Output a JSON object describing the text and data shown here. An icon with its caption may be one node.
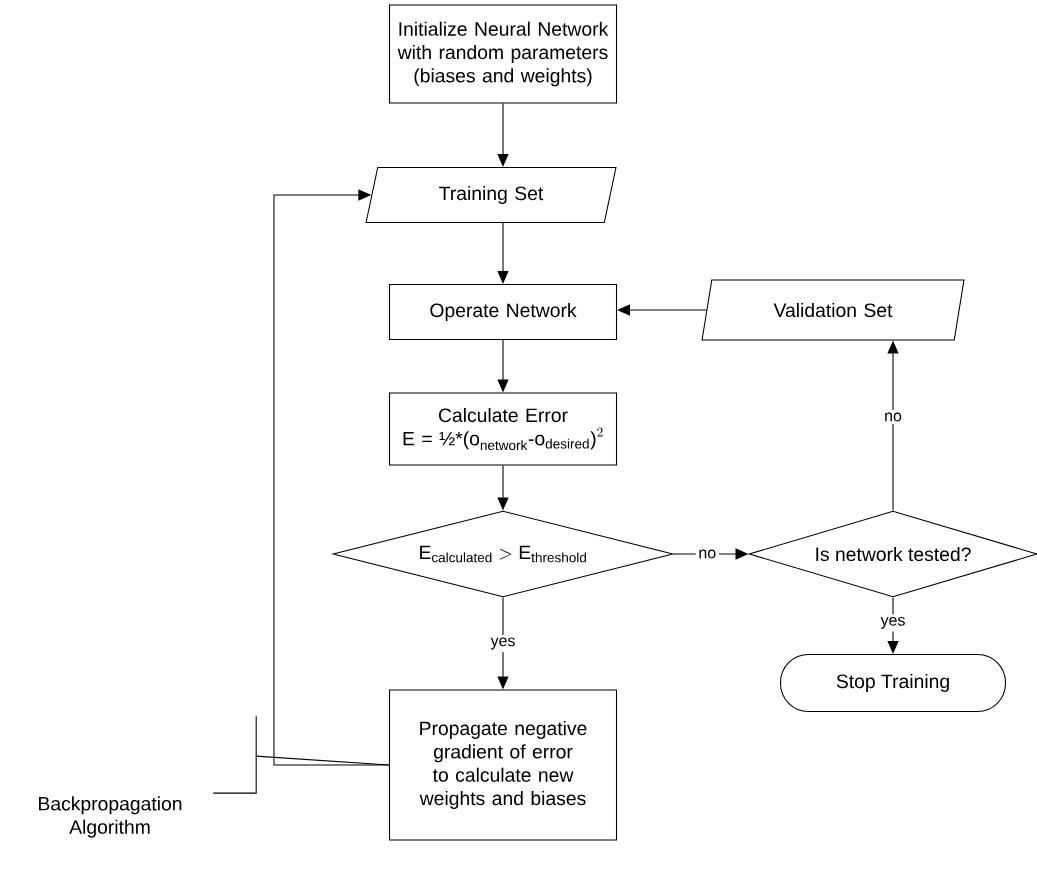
{
  "diagram": {
    "nodes": [
      {
        "text": [
          "Initialize Neural Network with random parameters (biases and weights)"
        ]
      },
      {
        "text": [
          "Training Set"
        ]
      },
      {
        "text": [
          "Operate Network"
        ]
      },
      {
        "text": [
          "Calculate Error",
          "\\text{E = ½*(o}_{\\text{network}}\\text{-o}_{\\text{desired}}\\text{)}^{2}"
        ]
      },
      {
        "text": [
          "\\text{E}_{\\text{calculated}} > \\text{E}_{\\text{threshold}}"
        ]
      },
      {
        "text": [
          "Propagate negative gradient of error to calculate new weights and biases"
        ]
      },
      {
        "text": [
          "Validation Set"
        ]
      },
      {
        "text": [
          "Is network tested?"
        ]
      },
      {
        "text": [
          "Stop Training"
        ]
      },
      {
        "text": [
          "Backpropagation Algorithm"
        ]
      }
    ],
    "edges": [
      {
        "from": 0,
        "to": 1,
        "arrow": "to"
      },
      {
        "from": 1,
        "to": 2,
        "arrow": "to"
      },
      {
        "from": 2,
        "to": 3,
        "arrow": "to"
      },
      {
        "from": 3,
        "to": 4,
        "arrow": "to"
      },
      {
        "from": 4,
        "to": 5,
        "arrow": "to",
        "label": "yes"
      },
      {
        "from": 4,
        "to": 7,
        "arrow": "to",
        "label": "no"
      },
      {
        "from": 7,
        "to": 6,
        "arrow": "to",
        "label": "no"
      },
      {
        "from": 6,
        "to": 2,
        "arrow": "to"
      },
      {
        "from": 7,
        "to": 8,
        "arrow": "to",
        "label": "yes"
      },
      {
        "from": 5,
        "to": 1,
        "arrow": "to"
      },
      {
        "from": 9,
        "to": 5,
        "arrow": "none"
      }
    ]
  }
}
